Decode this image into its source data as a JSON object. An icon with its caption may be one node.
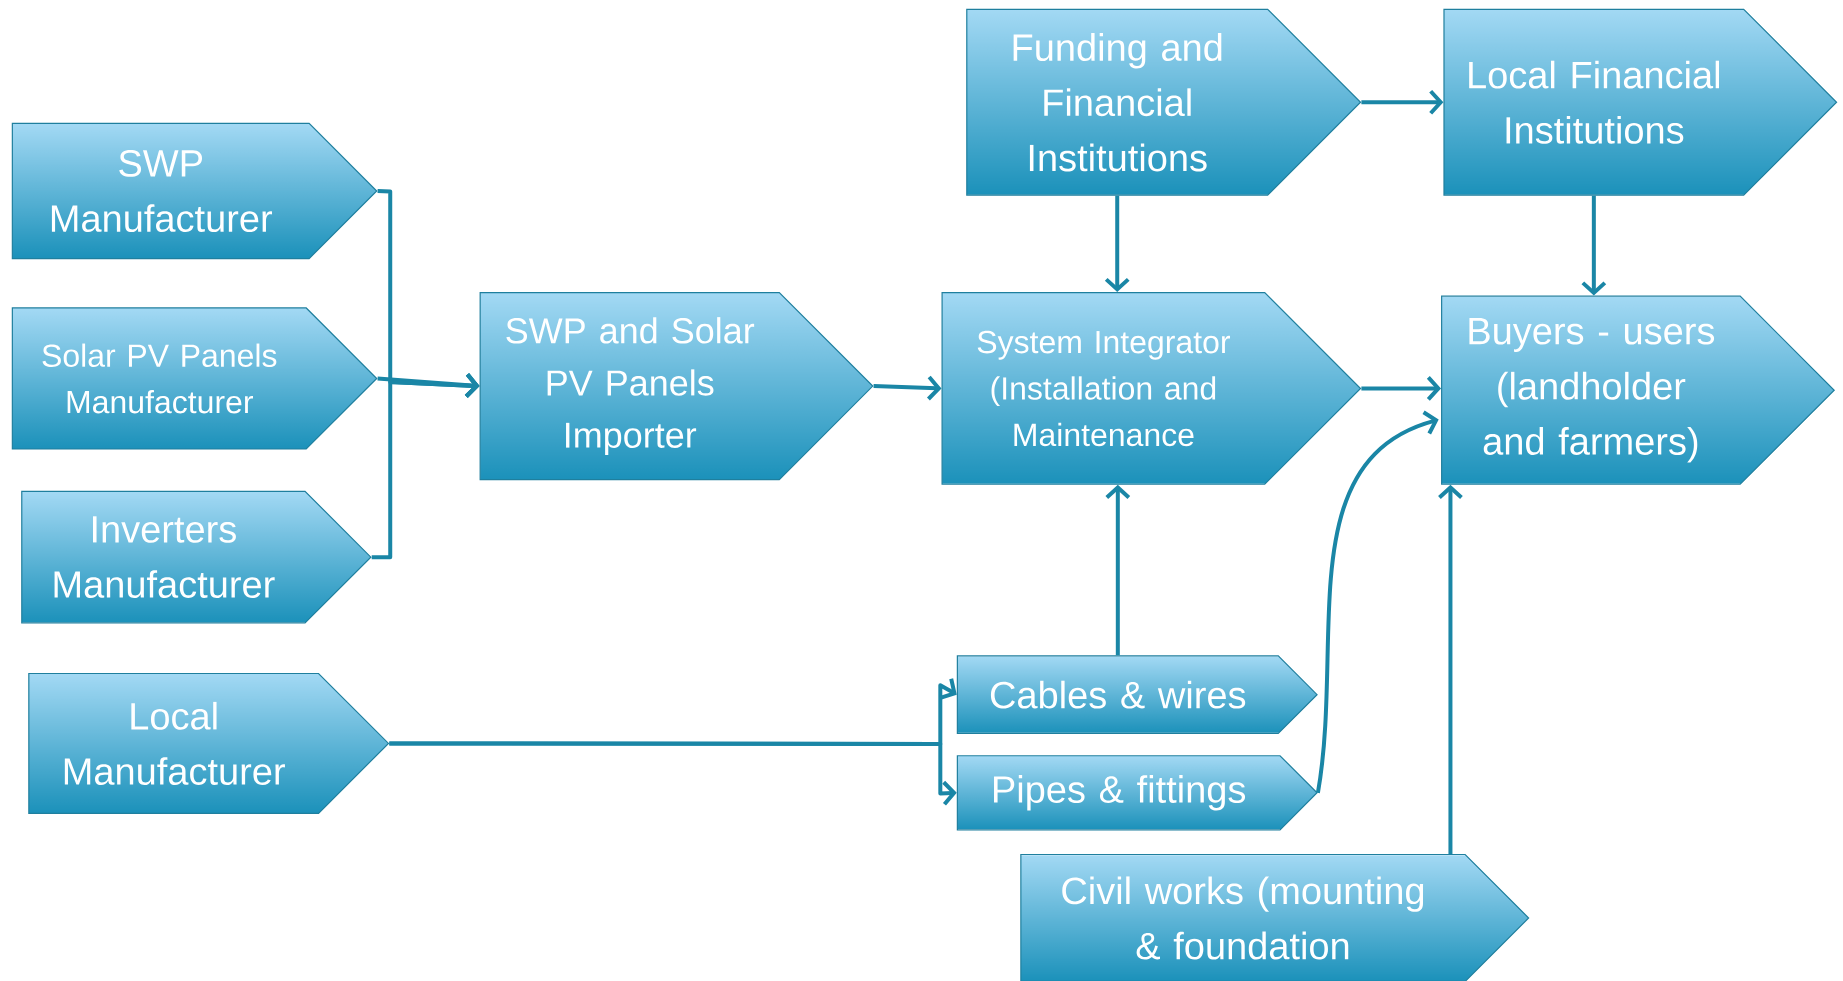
{
  "diagram": {
    "nodes": [
      {
        "text": [
          "SWP Manufacturer"
        ]
      },
      {
        "text": [
          "Solar PV Panels Manufacturer"
        ]
      },
      {
        "text": [
          "Inverters Manufacturer"
        ]
      },
      {
        "text": [
          "Local Manufacturer"
        ]
      },
      {
        "text": [
          "SWP and Solar PV Panels Importer"
        ]
      },
      {
        "text": [
          "Funding and Financial Institutions"
        ]
      },
      {
        "text": [
          "Local Financial Institutions"
        ]
      },
      {
        "text": [
          "System Integrator (Installation and Maintenance"
        ]
      },
      {
        "text": [
          "Buyers - users (landholder and farmers)"
        ]
      },
      {
        "text": [
          "Cables & wires"
        ]
      },
      {
        "text": [
          "Pipes & fittings"
        ]
      },
      {
        "text": [
          "Civil works (mounting & foundation"
        ]
      }
    ],
    "edges": [
      {
        "from": 0,
        "to": 4,
        "arrow": "to"
      },
      {
        "from": 1,
        "to": 4,
        "arrow": "to"
      },
      {
        "from": 2,
        "to": 4,
        "arrow": "to"
      },
      {
        "from": 4,
        "to": 7,
        "arrow": "to"
      },
      {
        "from": 5,
        "to": 6,
        "arrow": "to"
      },
      {
        "from": 5,
        "to": 7,
        "arrow": "to"
      },
      {
        "from": 6,
        "to": 8,
        "arrow": "to"
      },
      {
        "from": 7,
        "to": 8,
        "arrow": "to"
      },
      {
        "from": 3,
        "to": 9,
        "arrow": "to"
      },
      {
        "from": 3,
        "to": 10,
        "arrow": "to"
      },
      {
        "from": 9,
        "to": 7,
        "arrow": "to"
      },
      {
        "from": 10,
        "to": 8,
        "arrow": "to"
      },
      {
        "from": 11,
        "to": 8,
        "arrow": "to"
      }
    ]
  }
}
